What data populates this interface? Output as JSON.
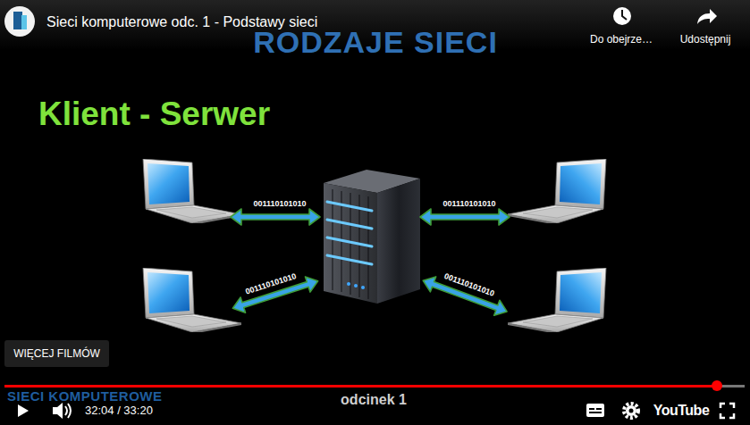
{
  "diagram": {
    "title": "RODZAJE SIECI",
    "nodes": [
      {
        "text": [
          "WIĘCEJ FILMÓW"
        ]
      }
    ],
    "labels": [
      "Sieci komputerowe odc. 1 - Podstawy sieci",
      "Do obejrze…",
      "Udostępnij",
      "Klient - Serwer",
      "001110101010",
      "001110101010",
      "001110101010",
      "001110101010",
      "SIECI KOMPUTEROWE",
      "32:04 / 33:20",
      "odcinek 1",
      "YouTube"
    ]
  }
}
